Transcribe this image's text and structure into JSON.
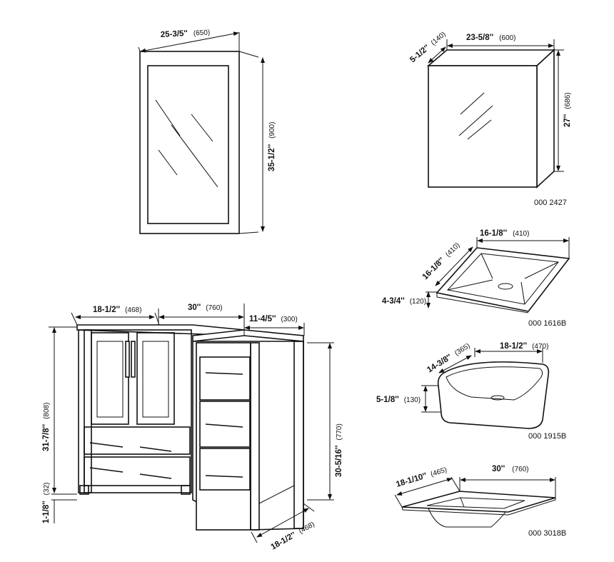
{
  "mirror": {
    "width": {
      "imperial": "25-3/5''",
      "metric": "(650)"
    },
    "height": {
      "imperial": "35-1/2''",
      "metric": "(900)"
    }
  },
  "medicine_cabinet": {
    "width": {
      "imperial": "23-5/8''",
      "metric": "(600)"
    },
    "depth": {
      "imperial": "5-1/2''",
      "metric": "(140)"
    },
    "height": {
      "imperial": "27''",
      "metric": "(686)"
    },
    "code": "000 2427"
  },
  "sink_1616b": {
    "width": {
      "imperial": "16-1/8''",
      "metric": "(410)"
    },
    "depth": {
      "imperial": "16-1/8''",
      "metric": "(410)"
    },
    "height": {
      "imperial": "4-3/4''",
      "metric": "(120)"
    },
    "code": "000 1616B"
  },
  "sink_1915b": {
    "width": {
      "imperial": "18-1/2''",
      "metric": "(470)"
    },
    "depth": {
      "imperial": "14-3/8''",
      "metric": "(365)"
    },
    "height": {
      "imperial": "5-1/8''",
      "metric": "(130)"
    },
    "code": "000 1915B"
  },
  "sink_3018b": {
    "depth": {
      "imperial": "18-1/10''",
      "metric": "(465)"
    },
    "width": {
      "imperial": "30''",
      "metric": "(760)"
    },
    "code": "000 3018B"
  },
  "vanity": {
    "main_depth": {
      "imperial": "18-1/2''",
      "metric": "(468)"
    },
    "main_width": {
      "imperial": "30''",
      "metric": "(760)"
    },
    "side_width": {
      "imperial": "11-4/5''",
      "metric": "(300)"
    },
    "total_height": {
      "imperial": "31-7/8''",
      "metric": "(808)"
    },
    "cabinet_height": {
      "imperial": "30-5/16''",
      "metric": "(770)"
    },
    "toe_height": {
      "imperial": "1-1/8''",
      "metric": "(32)"
    },
    "side_depth": {
      "imperial": "18-1/2''",
      "metric": "(468)"
    }
  }
}
